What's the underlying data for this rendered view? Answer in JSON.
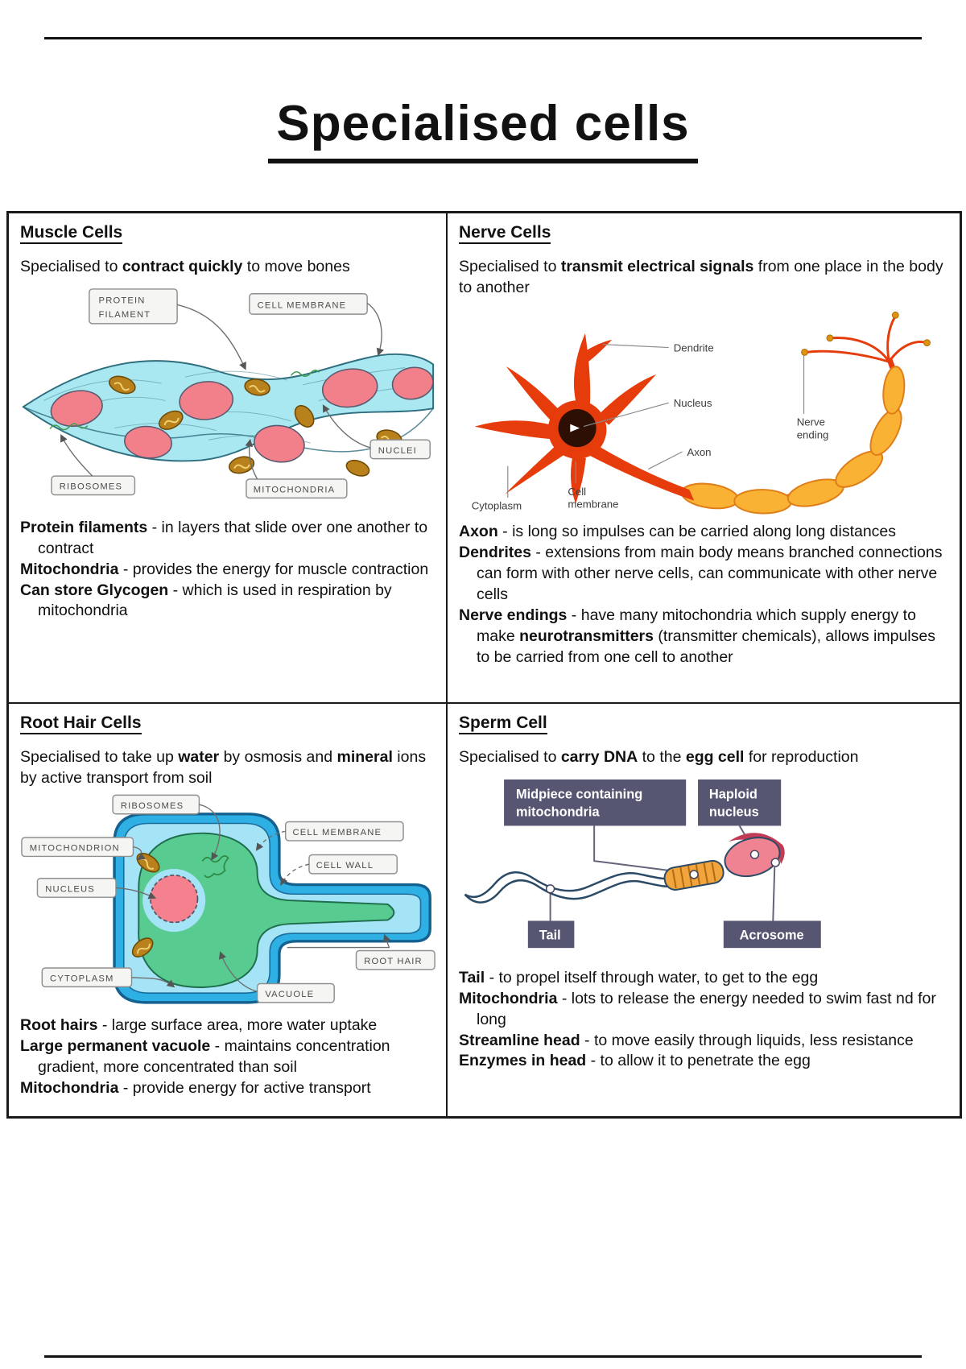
{
  "page": {
    "title": "Specialised cells"
  },
  "cells": {
    "muscle": {
      "heading": "Muscle Cells",
      "intro": [
        [
          "r",
          "Specialised to "
        ],
        [
          "b",
          "contract quickly"
        ],
        [
          "r",
          " to move bones"
        ]
      ],
      "labels": {
        "protein_1": "PROTEIN",
        "protein_2": "FILAMENT",
        "cell_membrane": "CELL  MEMBRANE",
        "nuclei": "NUCLEI",
        "ribosomes": "RIBOSOMES",
        "mitochondria": "MITOCHONDRIA"
      },
      "points": [
        [
          [
            "b",
            "Protein filaments"
          ],
          [
            "r",
            " - in layers that slide over one another to contract"
          ]
        ],
        [
          [
            "b",
            "Mitochondria"
          ],
          [
            "r",
            " - provides the energy for muscle contraction"
          ]
        ],
        [
          [
            "b",
            "Can store Glycogen"
          ],
          [
            "r",
            " - which is used in respiration by mitochondria"
          ]
        ]
      ]
    },
    "nerve": {
      "heading": "Nerve Cells",
      "intro": [
        [
          "r",
          "Specialised to "
        ],
        [
          "b",
          "transmit electrical signals"
        ],
        [
          "r",
          " from one place in the body to another"
        ]
      ],
      "labels": {
        "dendrite": "Dendrite",
        "nucleus": "Nucleus",
        "axon": "Axon",
        "nerve_ending_1": "Nerve",
        "nerve_ending_2": "ending",
        "cytoplasm": "Cytoplasm",
        "cell_membrane_1": "Cell",
        "cell_membrane_2": "membrane"
      },
      "points": [
        [
          [
            "b",
            "Axon"
          ],
          [
            "r",
            " - is long so impulses can be carried along long distances"
          ]
        ],
        [
          [
            "b",
            "Dendrites"
          ],
          [
            "r",
            " - extensions from main body means branched connections can form with other nerve cells, can communicate with other nerve cells"
          ]
        ],
        [
          [
            "b",
            "Nerve endings"
          ],
          [
            "r",
            " - have many mitochondria which supply energy to make "
          ],
          [
            "b",
            "neurotransmitters"
          ],
          [
            "r",
            " (transmitter chemicals), allows impulses to be carried from one cell to another"
          ]
        ]
      ]
    },
    "root_hair": {
      "heading": "Root Hair Cells",
      "intro": [
        [
          "r",
          "Specialised to take up "
        ],
        [
          "b",
          "water"
        ],
        [
          "r",
          " by osmosis and "
        ],
        [
          "b",
          "mineral"
        ],
        [
          "r",
          " ions by active transport from soil"
        ]
      ],
      "labels": {
        "ribosomes": "RIBOSOMES",
        "mitochondrion": "MITOCHONDRION",
        "nucleus": "NUCLEUS",
        "cell_membrane": "CELL  MEMBRANE",
        "cell_wall": "CELL  WALL",
        "cytoplasm": "CYTOPLASM",
        "vacuole": "VACUOLE",
        "root_hair": "ROOT  HAIR"
      },
      "points": [
        [
          [
            "b",
            "Root hairs"
          ],
          [
            "r",
            " - large surface area, more water uptake"
          ]
        ],
        [
          [
            "b",
            "Large permanent vacuole"
          ],
          [
            "r",
            " - maintains concentration gradient, more concentrated than soil"
          ]
        ],
        [
          [
            "b",
            "Mitochondria"
          ],
          [
            "r",
            " - provide energy for active transport"
          ]
        ]
      ]
    },
    "sperm": {
      "heading": "Sperm Cell",
      "intro": [
        [
          "r",
          "Specialised to "
        ],
        [
          "b",
          "carry DNA"
        ],
        [
          "r",
          " to the "
        ],
        [
          "b",
          "egg cell"
        ],
        [
          "r",
          " for reproduction"
        ]
      ],
      "labels": {
        "midpiece_1": "Midpiece containing",
        "midpiece_2": "mitochondria",
        "haploid_1": "Haploid",
        "haploid_2": "nucleus",
        "tail": "Tail",
        "acrosome": "Acrosome"
      },
      "points": [
        [
          [
            "b",
            "Tail"
          ],
          [
            "r",
            " - to propel itself through water, to get to the egg"
          ]
        ],
        [
          [
            "b",
            "Mitochondria"
          ],
          [
            "r",
            " - lots to release the energy needed to swim fast nd for long"
          ]
        ],
        [
          [
            "b",
            "Streamline head"
          ],
          [
            "r",
            " - to move easily through liquids, less resistance"
          ]
        ],
        [
          [
            "b",
            "Enzymes in head"
          ],
          [
            "r",
            " - to allow it to penetrate the egg"
          ]
        ]
      ]
    }
  }
}
